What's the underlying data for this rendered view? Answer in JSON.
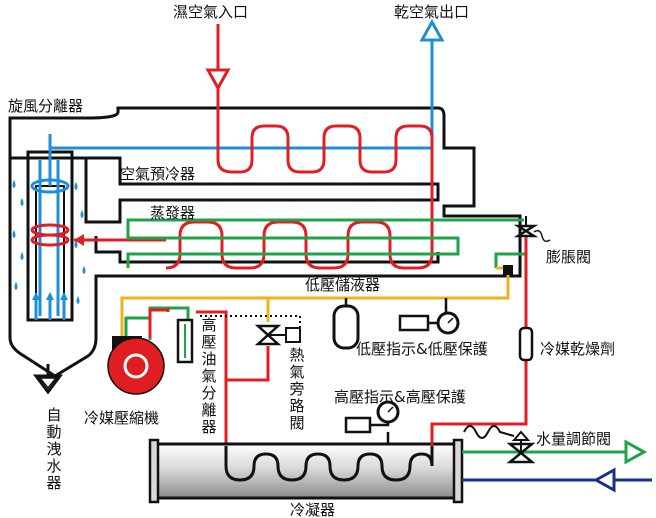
{
  "labels": {
    "wet_air_inlet": "濕空氣入口",
    "dry_air_outlet": "乾空氣出口",
    "cyclone_separator": "旋風分離器",
    "air_precooler": "空氣預冷器",
    "evaporator": "蒸發器",
    "expansion_valve": "膨脹閥",
    "low_pressure_accumulator": "低壓儲液器",
    "low_pressure_indicator": "低壓指示&低壓保護",
    "refrigerant_drier": "冷媒乾燥劑",
    "high_pressure_oil_separator": "高壓油氣分離器",
    "hot_gas_bypass_valve": "熱氣旁路閥",
    "compressor": "冷媒壓縮機",
    "auto_drain": "自動洩水器",
    "high_pressure_indicator": "高壓指示&高壓保護",
    "water_regulating_valve": "水量調節閥",
    "condenser": "冷凝器"
  },
  "colors": {
    "refrigerant_hot": "#e11d24",
    "air": "#1c8fd6",
    "refrigerant_cold": "#1fa34a",
    "liquid_line": "#f2b21a",
    "water_return": "#1a2e8c",
    "outline": "#111111"
  }
}
